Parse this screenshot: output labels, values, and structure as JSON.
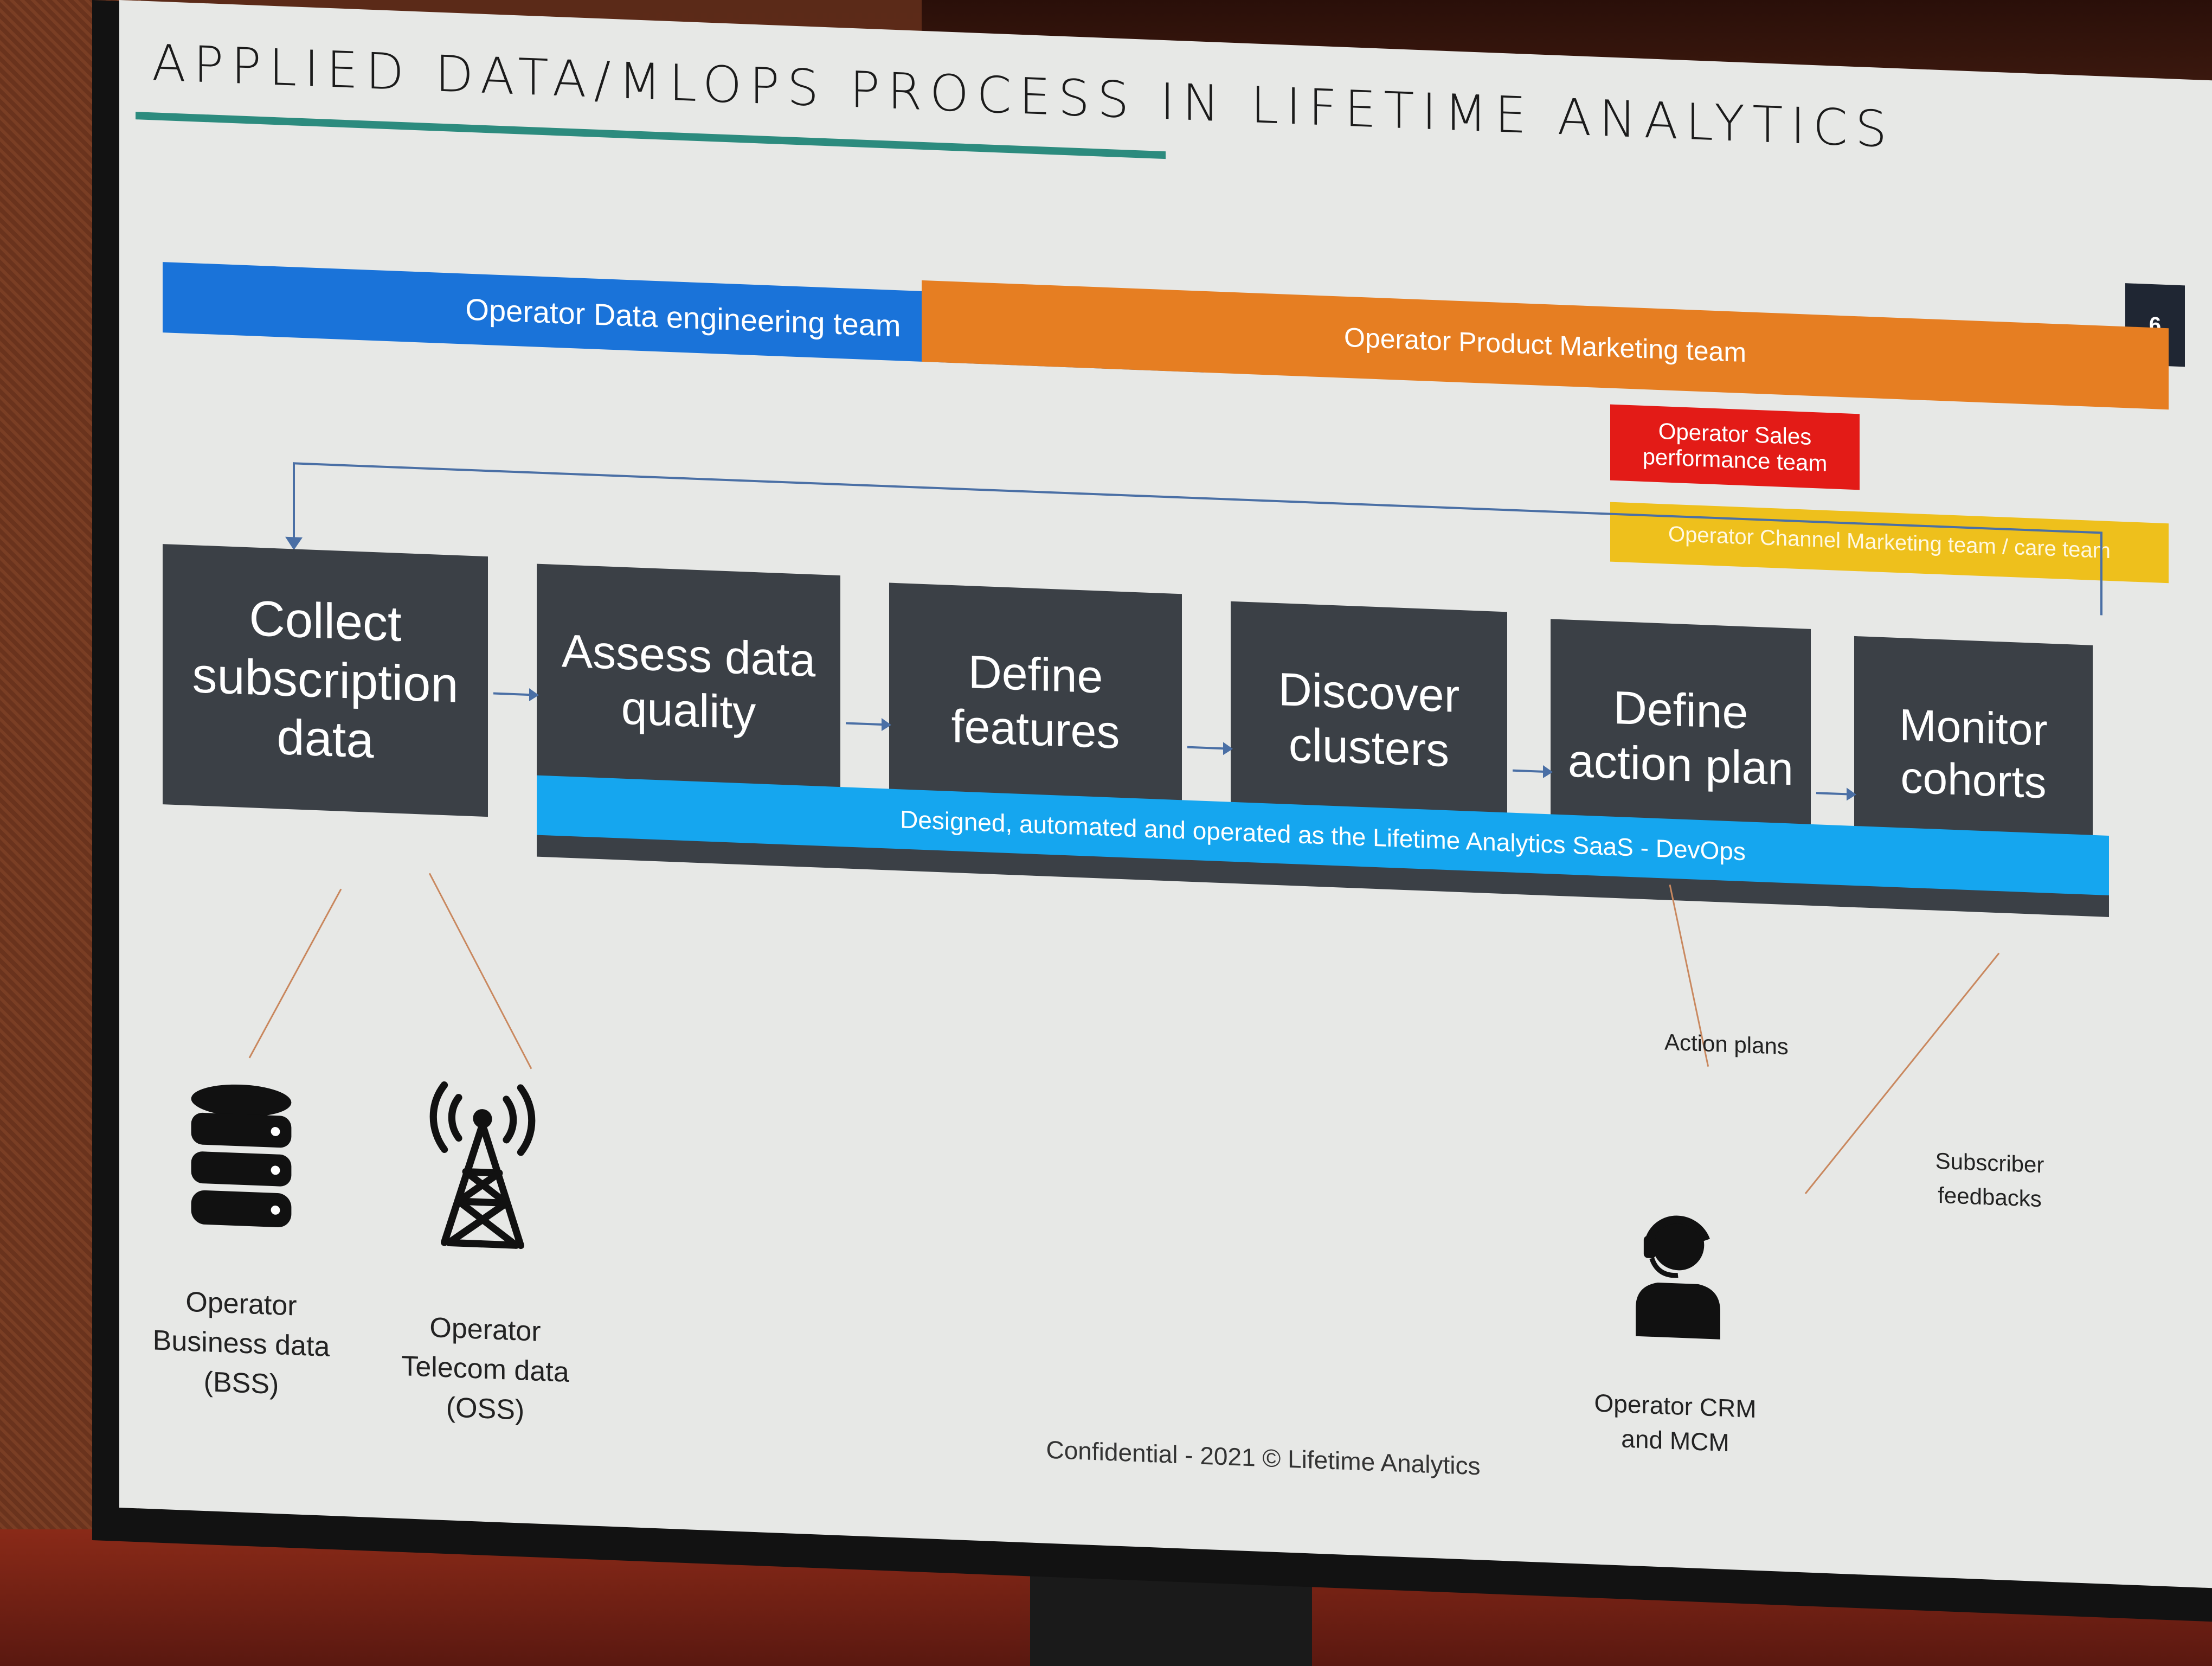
{
  "slide": {
    "title": "APPLIED DATA/MLOPS PROCESS IN LIFETIME ANALYTICS",
    "page_number": "6",
    "footer": "Confidential - 2021 © Lifetime Analytics"
  },
  "teams": {
    "data_engineering": "Operator Data engineering team",
    "product_marketing": "Operator  Product Marketing team",
    "sales_performance": "Operator  Sales performance team",
    "channel_marketing": "Operator  Channel Marketing team / care team"
  },
  "steps": [
    {
      "label": "Collect subscription data"
    },
    {
      "label": "Assess data quality"
    },
    {
      "label": "Define features"
    },
    {
      "label": "Discover clusters"
    },
    {
      "label": "Define action plan"
    },
    {
      "label": "Monitor cohorts"
    }
  ],
  "devops_band": "Designed, automated and operated as the Lifetime Analytics SaaS - DevOps",
  "sources": {
    "bss": "Operator Business data (BSS)",
    "oss": "Operator Telecom data (OSS)",
    "crm": "Operator CRM and MCM"
  },
  "notes": {
    "action_plans": "Action plans",
    "subscriber_feedbacks": "Subscriber feedbacks"
  },
  "colors": {
    "data_engineering": "#1a73d9",
    "product_marketing": "#e67e22",
    "sales_performance": "#e31b17",
    "channel_marketing": "#eec01c",
    "devops": "#15a6ef",
    "step_box": "#3b4046",
    "title_underline": "#2c8b7e"
  },
  "icons": {
    "bss": "database-icon",
    "oss": "cell-tower-icon",
    "crm": "call-center-agent-icon"
  }
}
